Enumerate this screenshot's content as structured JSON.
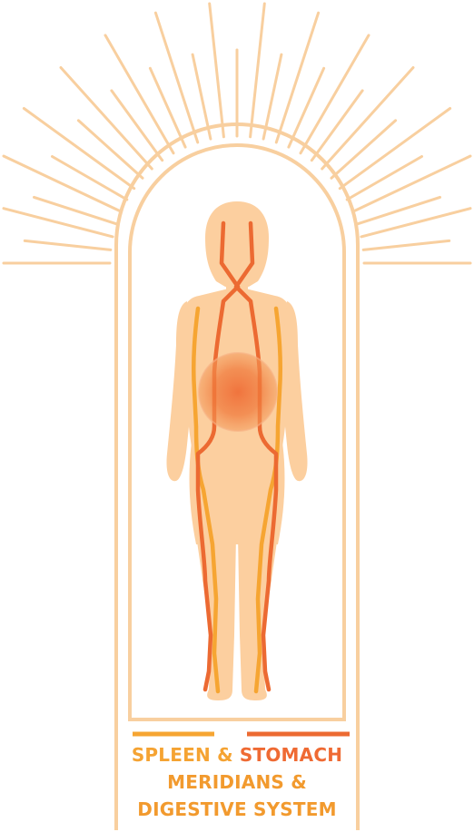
{
  "caption": {
    "word_spleen": "SPLEEN",
    "word_and": "&",
    "word_stomach": "STOMACH",
    "line2": "MERIDIANS &",
    "line3": "DIGESTIVE SYSTEM"
  },
  "colors": {
    "arch": "#f8cf9f",
    "body": "#fccf9f",
    "spleen_meridian": "#f6a532",
    "stomach_meridian": "#ec6a32",
    "digestive_glow": "#ef6a33",
    "background": "#ffffff"
  }
}
